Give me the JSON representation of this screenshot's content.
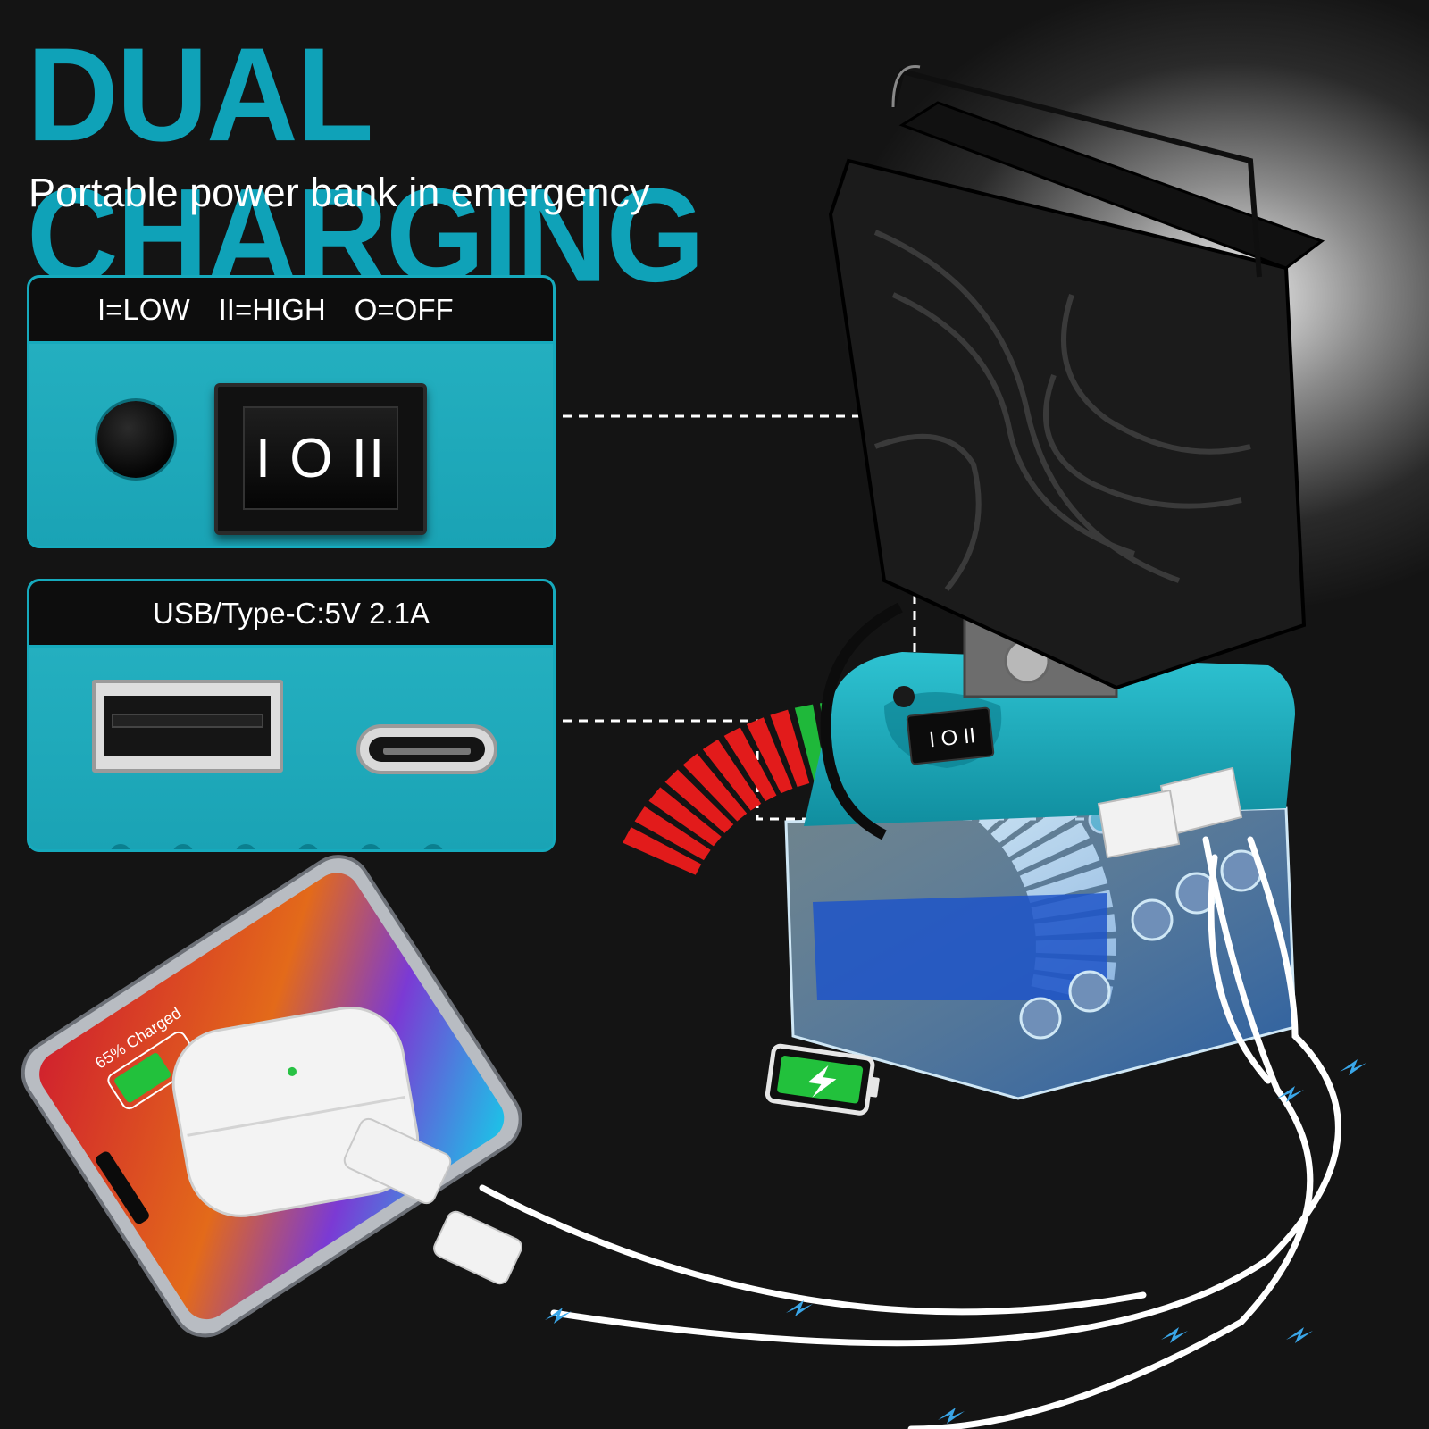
{
  "header": {
    "title": "DUAL CHARGING",
    "subtitle": "Portable power bank in emergency"
  },
  "switch_panel": {
    "modes": [
      "I=LOW",
      "II=HIGH",
      "O=OFF"
    ],
    "rocker_symbols": "I O II"
  },
  "usb_panel": {
    "spec": "USB/Type-C:5V 2.1A"
  },
  "phone": {
    "status_text": "65% Charged",
    "charge_percent": 65
  },
  "colors": {
    "accent": "#0fa2b8",
    "gauge_red": "#e21b1b",
    "gauge_green": "#1fb83a",
    "gauge_white": "#ffffff",
    "device_teal": "#19a8b8"
  },
  "icons": [
    "battery-charging-icon",
    "lightning-bolt-icon",
    "usb-a-port-icon",
    "usb-c-port-icon",
    "rocker-switch-icon",
    "power-button-icon"
  ]
}
